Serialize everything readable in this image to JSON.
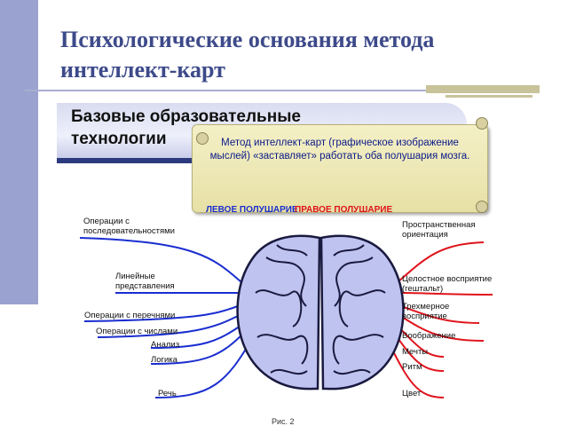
{
  "slide": {
    "title": "Психологические основания метода интеллект-карт",
    "banner": "Базовые образовательные технологии",
    "scroll_text": "Метод  интеллект-карт (графическое изображение мыслей) «заставляет» работать оба полушария мозга.",
    "left_hemisphere": "ЛЕВОЕ ПОЛУШАРИЕ",
    "right_hemisphere": "ПРАВОЕ ПОЛУШАРИЕ",
    "figure_caption": "Рис. 2"
  },
  "left_labels": [
    "Операции с последовательностями",
    "Линейные представления",
    "Операции с перечнями",
    "Операции с числами",
    "Анализ",
    "Логика",
    "Речь"
  ],
  "right_labels": [
    "Пространственная ориентация",
    "Целостное восприятие (гештальт)",
    "Трехмерное восприятие",
    "Воображение",
    "Мечты",
    "Ритм",
    "Цвет"
  ],
  "colors": {
    "title": "#3d4a8a",
    "left_lines": "#1a2ed0",
    "right_lines": "#e0141c",
    "brain_fill": "#bfc3ef",
    "brain_outline": "#1a1a40"
  }
}
